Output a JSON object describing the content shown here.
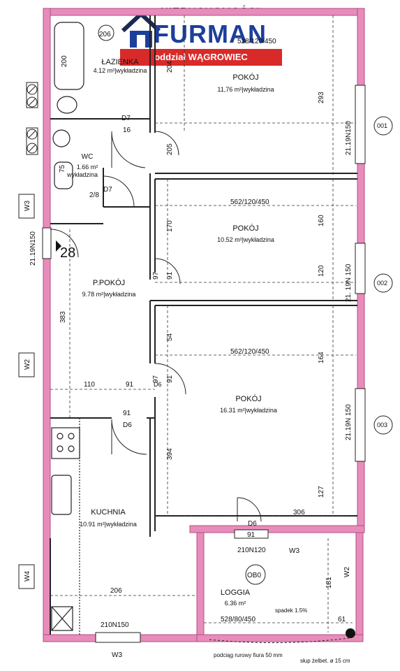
{
  "logo": {
    "top_text": "NIERUCHOMOŚCI",
    "main_text": "FURMAN",
    "subtitle": "oddział WĄGROWIEC"
  },
  "colors": {
    "wall": "#e88cbc",
    "wall_edge": "#b0507e",
    "line": "#222222",
    "brand_red": "#d92a2a",
    "brand_blue": "#1c3f9a"
  },
  "apartment_number": "28",
  "rooms": [
    {
      "name": "ŁAZIENKA",
      "area": "4.12 m²|wykładzina"
    },
    {
      "name": "POKÓJ",
      "area": "11,76 m²|wykładzina"
    },
    {
      "name": "WC",
      "area": "1.66 m²"
    },
    {
      "name": "",
      "area": "wykładzina"
    },
    {
      "name": "POKÓJ",
      "area": "10.52 m²|wykładzina"
    },
    {
      "name": "P.POKÓJ",
      "area": "9.78 m²|wykładzina"
    },
    {
      "name": "POKÓJ",
      "area": "16.31 m²|wykładzina"
    },
    {
      "name": "KUCHNIA",
      "area": "10.91 m²|wykładzina"
    },
    {
      "name": "LOGGIA",
      "area": "6.36 m²"
    }
  ],
  "dimensions": [
    "206",
    "200",
    "204",
    "528/120/450",
    "293",
    "D7",
    "16",
    "205",
    "21.19N150",
    "75",
    "2/8",
    "562/120/450",
    "170",
    "160",
    "120",
    "21.19N150",
    "21. 19N 150",
    "383",
    "97",
    "91",
    "54",
    "562/120/450",
    "164",
    "110",
    "91",
    "D6",
    "91",
    "91",
    "D6",
    "21.19N 150",
    "394",
    "127",
    "306",
    "D6",
    "91",
    "210N120",
    "W3",
    "206",
    "181",
    "528/80/450",
    "spadek 1.5%",
    "61",
    "210N150",
    "W3",
    "W2",
    "OB0",
    "D7",
    "97"
  ],
  "wall_tags": [
    "W3",
    "W2",
    "W4"
  ],
  "window_tags": [
    "001",
    "002",
    "003"
  ],
  "notes": {
    "drain": "podciąg rurowy fiura 50 mm",
    "column": "słup żelbet. ø 15 cm"
  }
}
